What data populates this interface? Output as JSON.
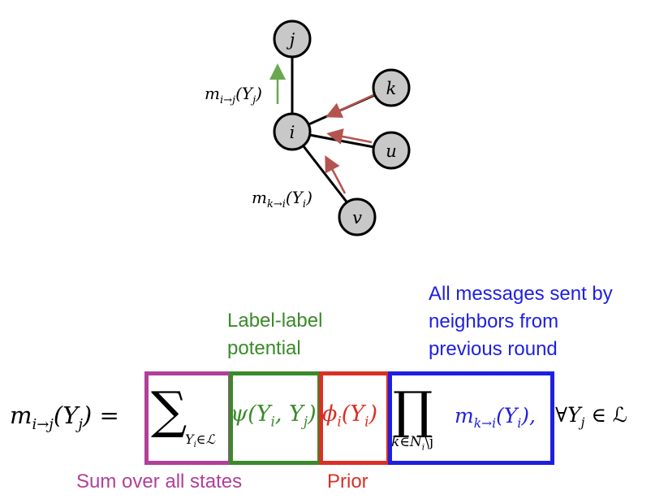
{
  "graph": {
    "nodes": [
      {
        "id": "j",
        "label": "j"
      },
      {
        "id": "i",
        "label": "i"
      },
      {
        "id": "k",
        "label": "k"
      },
      {
        "id": "u",
        "label": "u"
      },
      {
        "id": "v",
        "label": "v"
      }
    ],
    "message_up_label": "m",
    "message_up_sub": "i→j",
    "message_up_arg": "(Y",
    "message_up_arg_sub": "j",
    "message_up_close": ")",
    "message_in_label": "m",
    "message_in_sub": "k→i",
    "message_in_arg": "(Y",
    "message_in_arg_sub": "i",
    "message_in_close": ")",
    "colors": {
      "node_fill": "#c8c8c8",
      "up_arrow": "#6aa84f",
      "in_arrow": "#b5544f"
    }
  },
  "equation": {
    "lhs_m": "m",
    "lhs_sub": "i→j",
    "lhs_arg_open": "(Y",
    "lhs_arg_sub": "j",
    "lhs_arg_close": ") =",
    "sum_symbol": "∑",
    "sum_sub": "Y",
    "sum_sub_i": "i",
    "sum_sub_tail": "∈ℒ",
    "psi": "ψ(Y",
    "psi_i": "i",
    "psi_mid": ", Y",
    "psi_j": "j",
    "psi_close": ")",
    "phi": "ϕ",
    "phi_sub": "i",
    "phi_arg": "(Y",
    "phi_arg_sub": "i",
    "phi_close": ")",
    "prod_symbol": "∏",
    "prod_sub": "k∈N",
    "prod_sub_i": "i",
    "prod_sub_tail": "\\j",
    "msg_m": "m",
    "msg_sub": "k→i",
    "msg_arg": "(Y",
    "msg_arg_sub": "i",
    "msg_close": "),",
    "forall": "∀Y",
    "forall_sub": "j",
    "forall_tail": " ∈ ℒ"
  },
  "captions": {
    "label_label_line1": "Label-label",
    "label_label_line2": "potential",
    "messages_line1": "All messages sent by",
    "messages_line2": "neighbors from",
    "messages_line3": "previous round",
    "sum_caption": "Sum over all states",
    "prior_caption": "Prior"
  },
  "colors": {
    "sum": "#b0409a",
    "potential": "#3a8a2a",
    "prior": "#d93025",
    "messages": "#1f1fe0"
  }
}
